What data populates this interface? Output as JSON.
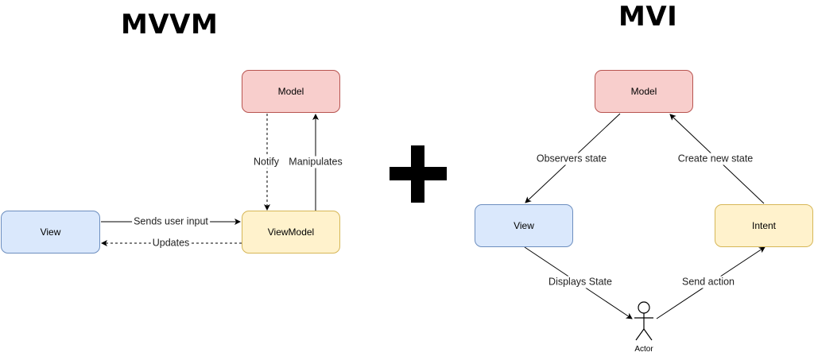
{
  "mvvm": {
    "title": "MVVM",
    "model": "Model",
    "view": "View",
    "viewmodel": "ViewModel",
    "edges": {
      "notify": "Notify",
      "manipulates": "Manipulates",
      "sends_user_input": "Sends user input",
      "updates": "Updates"
    }
  },
  "mvi": {
    "title": "MVI",
    "model": "Model",
    "view": "View",
    "intent": "Intent",
    "actor": "Actor",
    "edges": {
      "observers_state": "Observers state",
      "create_new_state": "Create new state",
      "displays_state": "Displays State",
      "send_action": "Send action"
    }
  },
  "colors": {
    "model_fill": "#f8cecc",
    "model_stroke": "#b85450",
    "view_fill": "#dae8fc",
    "view_stroke": "#6c8ebf",
    "viewmodel_fill": "#fff2cc",
    "viewmodel_stroke": "#d6b656"
  },
  "plus_icon": "plus-icon"
}
